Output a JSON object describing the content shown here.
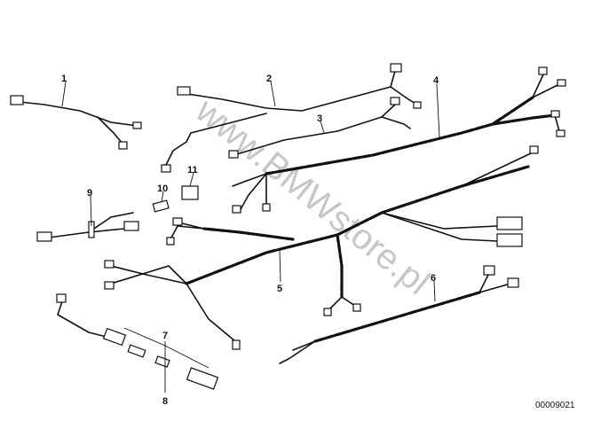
{
  "diagram": {
    "part_labels": [
      "1",
      "2",
      "3",
      "4",
      "5",
      "6",
      "7",
      "8",
      "9",
      "10",
      "11"
    ],
    "drawing_code": "00009021",
    "watermark": "www.BMWstore.pl"
  }
}
